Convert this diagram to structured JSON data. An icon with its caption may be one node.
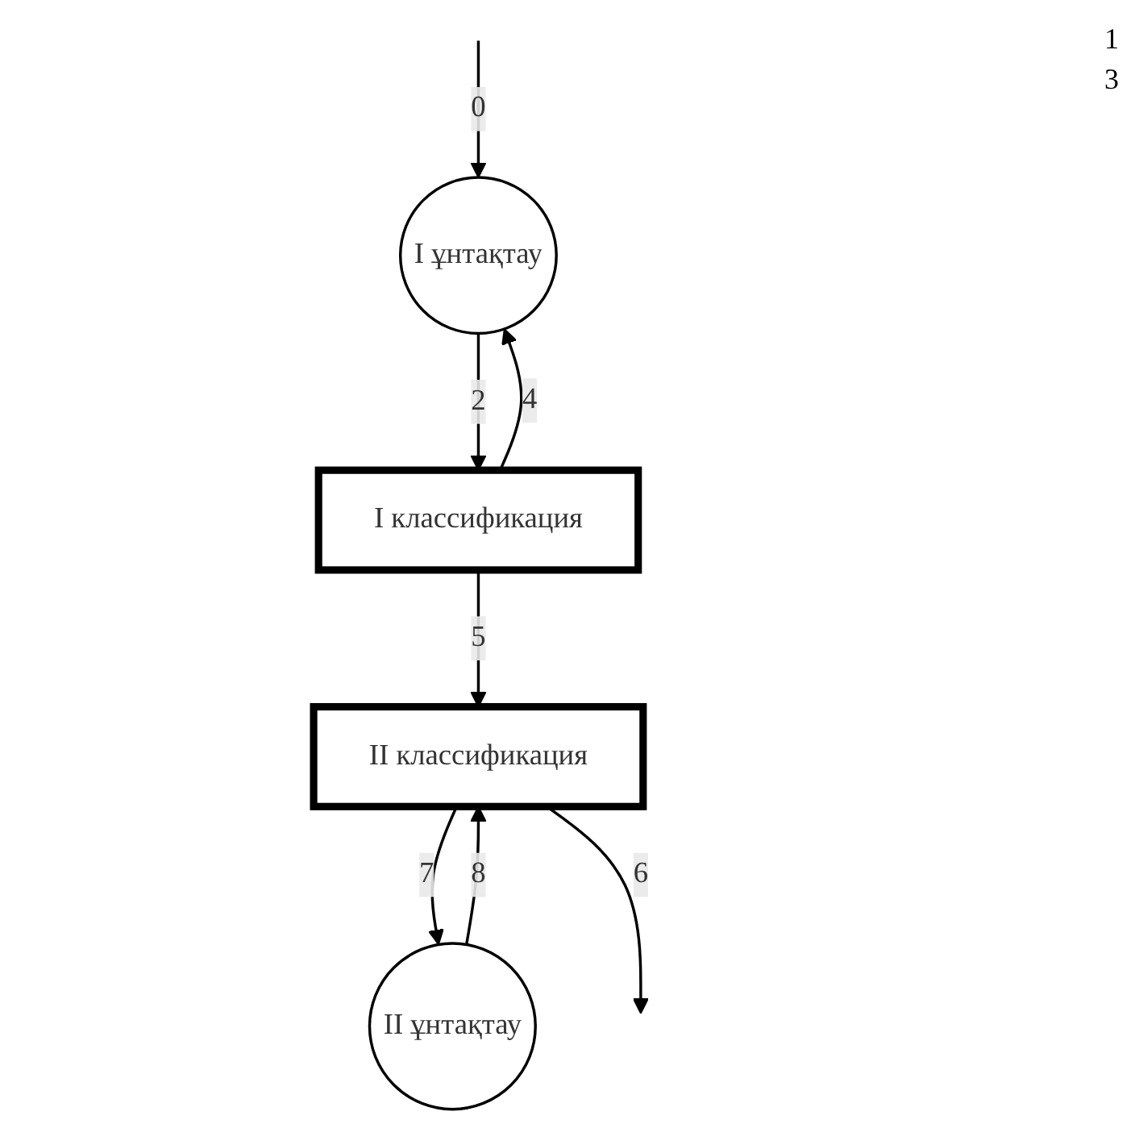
{
  "diagram": {
    "nodes": [
      {
        "text": [
          "I ұнтақтау"
        ]
      },
      {
        "text": [
          "I классификация"
        ]
      },
      {
        "text": [
          "II классификация"
        ]
      },
      {
        "text": [
          "II ұнтақтау"
        ]
      }
    ],
    "edges": [
      {
        "from": null,
        "to": 0,
        "arrow": "to",
        "label": "0"
      },
      {
        "from": 0,
        "to": 1,
        "arrow": "to",
        "label": "2"
      },
      {
        "from": 1,
        "to": 0,
        "arrow": "to",
        "label": "4"
      },
      {
        "from": 1,
        "to": 2,
        "arrow": "to",
        "label": "5"
      },
      {
        "from": 2,
        "to": 3,
        "arrow": "to",
        "label": "7"
      },
      {
        "from": 3,
        "to": 2,
        "arrow": "to",
        "label": "8"
      },
      {
        "from": 2,
        "to": null,
        "arrow": "to",
        "label": "6"
      }
    ],
    "labels": [
      "1",
      "3"
    ]
  }
}
